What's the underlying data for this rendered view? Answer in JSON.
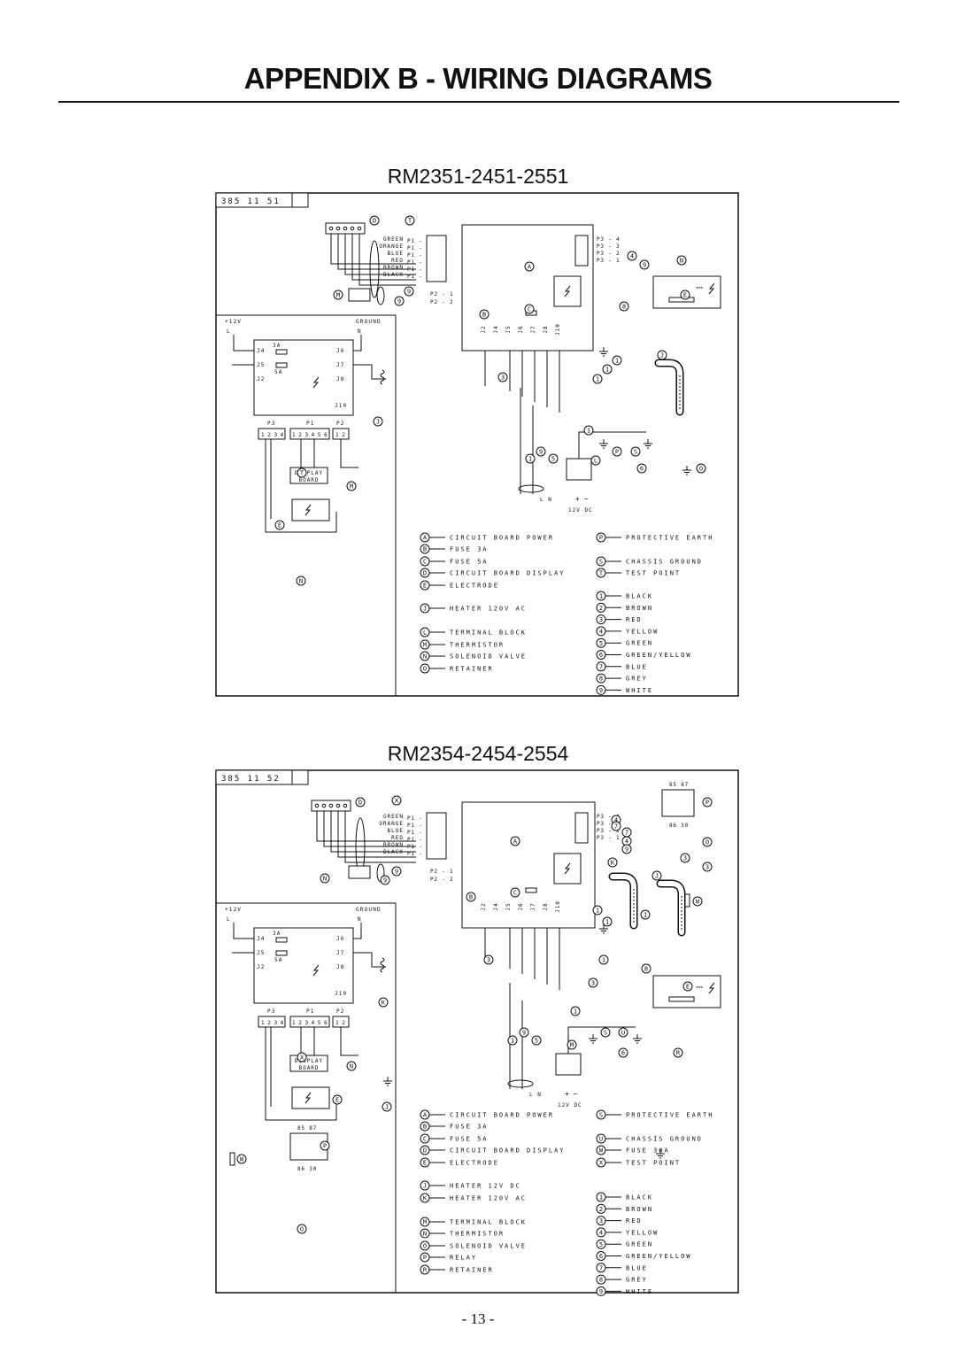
{
  "page_title": "APPENDIX B - WIRING DIAGRAMS",
  "page_number": "- 13 -",
  "diagrams": [
    {
      "title": "RM2351-2451-2551",
      "code": "385  11  51",
      "wire_colors": [
        "GREEN",
        "ORANGE",
        "BLUE",
        "RED",
        "BROWN",
        "BLACK"
      ],
      "pins": [
        "P1 - 1",
        "P1 - 4",
        "P1 - 2",
        "P1 - 5",
        "P1 - 6",
        "P1 - 3"
      ],
      "p2_pins": [
        "P2 - 1",
        "P2 - 2"
      ],
      "p3_pins": [
        "P3 - 4",
        "P3 - 3",
        "P3 - 2",
        "P3 - 1"
      ],
      "j_connectors": [
        "J2",
        "J4",
        "J5",
        "J6",
        "J7",
        "J8",
        "J10"
      ],
      "power_labels": [
        "+12V",
        "GROUND",
        "L",
        "N"
      ],
      "fuse_3a": "3A",
      "fuse_5a": "5A",
      "display_board": [
        "DISPLAY",
        "BOARD"
      ],
      "dc_label": "12V DC",
      "legend_letters": [
        {
          "key": "A",
          "text": "CIRCUIT BOARD POWER"
        },
        {
          "key": "B",
          "text": "FUSE 3A"
        },
        {
          "key": "C",
          "text": "FUSE 5A"
        },
        {
          "key": "D",
          "text": "CIRCUIT BOARD DISPLAY"
        },
        {
          "key": "E",
          "text": "ELECTRODE"
        },
        {
          "key": "J",
          "text": "HEATER 120V AC"
        },
        {
          "key": "L",
          "text": "TERMINAL BLOCK"
        },
        {
          "key": "M",
          "text": "THERMISTOR"
        },
        {
          "key": "N",
          "text": "SOLENOID VALVE"
        },
        {
          "key": "O",
          "text": "RETAINER"
        }
      ],
      "legend_letters_right": [
        {
          "key": "P",
          "text": "PROTECTIVE EARTH"
        },
        {
          "key": "S",
          "text": "CHASSIS GROUND"
        },
        {
          "key": "T",
          "text": "TEST POINT"
        }
      ],
      "legend_numbers": [
        {
          "key": "1",
          "text": "BLACK"
        },
        {
          "key": "2",
          "text": "BROWN"
        },
        {
          "key": "3",
          "text": "RED"
        },
        {
          "key": "4",
          "text": "YELLOW"
        },
        {
          "key": "5",
          "text": "GREEN"
        },
        {
          "key": "6",
          "text": "GREEN/YELLOW"
        },
        {
          "key": "7",
          "text": "BLUE"
        },
        {
          "key": "8",
          "text": "GREY"
        },
        {
          "key": "9",
          "text": "WHITE"
        }
      ]
    },
    {
      "title": "RM2354-2454-2554",
      "code": "385  11  52",
      "wire_colors": [
        "GREEN",
        "ORANGE",
        "BLUE",
        "RED",
        "BROWN",
        "BLACK"
      ],
      "pins": [
        "P1 - 1",
        "P1 - 4",
        "P1 - 2",
        "P1 - 5",
        "P1 - 6",
        "P1 - 3"
      ],
      "p2_pins": [
        "P2 - 1",
        "P2 - 2"
      ],
      "p3_pins": [
        "P3 - 4",
        "P3 - 3",
        "P3 - 2",
        "P3 - 1"
      ],
      "j_connectors": [
        "J2",
        "J4",
        "J5",
        "J6",
        "J7",
        "J8",
        "J10"
      ],
      "power_labels": [
        "+12V",
        "GROUND",
        "L",
        "N"
      ],
      "fuse_3a": "3A",
      "fuse_5a": "5A",
      "display_board": [
        "DISPLAY",
        "BOARD"
      ],
      "dc_label": "12V DC",
      "relay_pins": [
        "85",
        "87",
        "86",
        "30"
      ],
      "legend_letters": [
        {
          "key": "A",
          "text": "CIRCUIT BOARD POWER"
        },
        {
          "key": "B",
          "text": "FUSE 3A"
        },
        {
          "key": "C",
          "text": "FUSE 5A"
        },
        {
          "key": "D",
          "text": "CIRCUIT BOARD DISPLAY"
        },
        {
          "key": "E",
          "text": "ELECTRODE"
        },
        {
          "key": "J",
          "text": "HEATER 12V DC"
        },
        {
          "key": "K",
          "text": "HEATER 120V AC"
        },
        {
          "key": "M",
          "text": "TERMINAL BLOCK"
        },
        {
          "key": "N",
          "text": "THERMISTOR"
        },
        {
          "key": "O",
          "text": "SOLENOID VALVE"
        },
        {
          "key": "P",
          "text": "RELAY"
        },
        {
          "key": "R",
          "text": "RETAINER"
        }
      ],
      "legend_letters_right": [
        {
          "key": "S",
          "text": "PROTECTIVE EARTH"
        },
        {
          "key": "U",
          "text": "CHASSIS GROUND"
        },
        {
          "key": "W",
          "text": "FUSE 30A"
        },
        {
          "key": "X",
          "text": "TEST POINT"
        }
      ],
      "legend_numbers": [
        {
          "key": "1",
          "text": "BLACK"
        },
        {
          "key": "2",
          "text": "BROWN"
        },
        {
          "key": "3",
          "text": "RED"
        },
        {
          "key": "4",
          "text": "YELLOW"
        },
        {
          "key": "5",
          "text": "GREEN"
        },
        {
          "key": "6",
          "text": "GREEN/YELLOW"
        },
        {
          "key": "7",
          "text": "BLUE"
        },
        {
          "key": "8",
          "text": "GREY"
        },
        {
          "key": "9",
          "text": "WHITE"
        }
      ]
    }
  ]
}
